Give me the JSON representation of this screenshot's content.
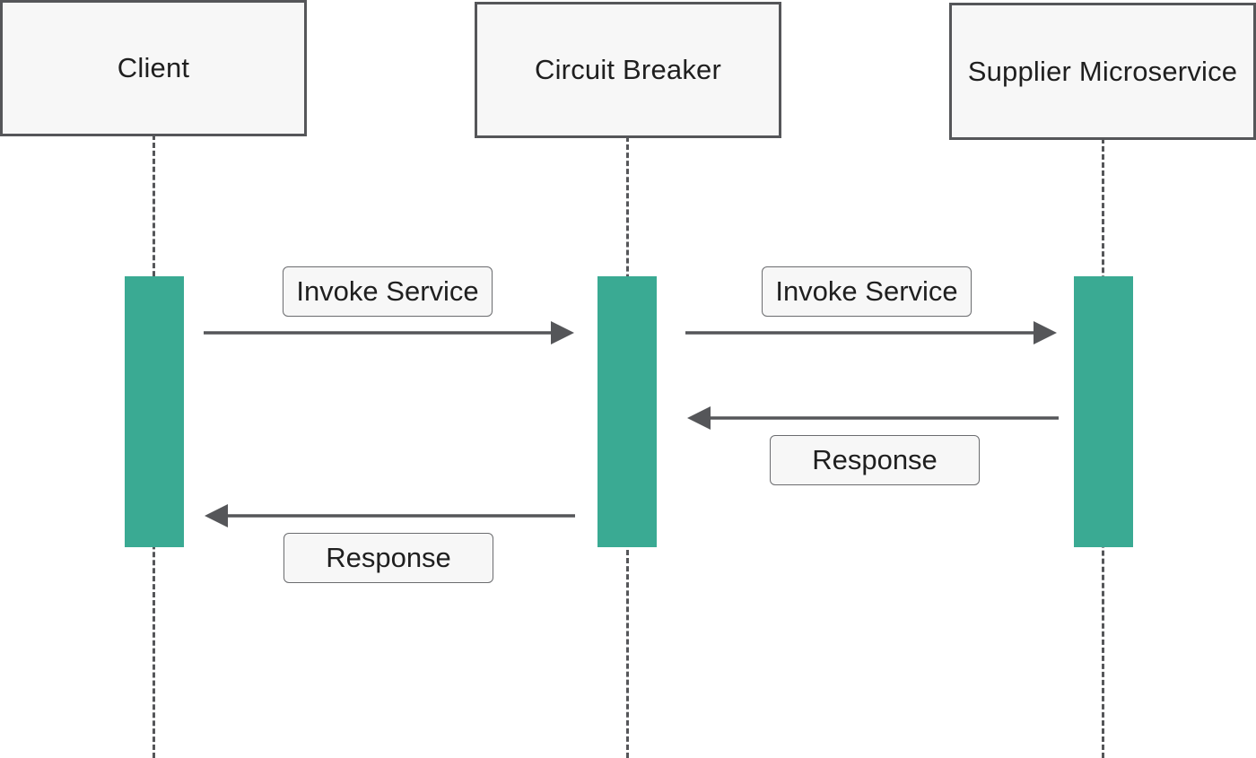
{
  "participants": [
    {
      "id": "client",
      "label": "Client"
    },
    {
      "id": "circuit-breaker",
      "label": "Circuit Breaker"
    },
    {
      "id": "supplier",
      "label": "Supplier Microservice"
    }
  ],
  "messages": [
    {
      "from": "client",
      "to": "circuit-breaker",
      "label": "Invoke Service"
    },
    {
      "from": "circuit-breaker",
      "to": "supplier",
      "label": "Invoke Service"
    },
    {
      "from": "supplier",
      "to": "circuit-breaker",
      "label": "Response"
    },
    {
      "from": "circuit-breaker",
      "to": "client",
      "label": "Response"
    }
  ],
  "colors": {
    "activation": "#3aaa93",
    "line": "#555659",
    "box_fill": "#f7f7f7"
  }
}
